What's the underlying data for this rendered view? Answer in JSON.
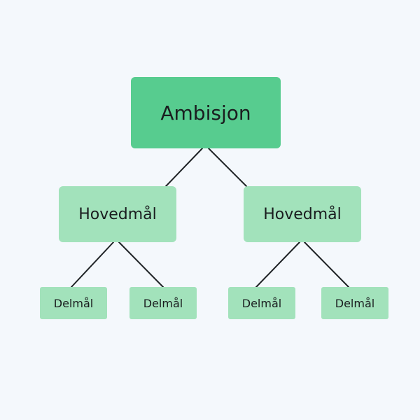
{
  "diagram": {
    "root": {
      "label": "Ambisjon"
    },
    "main_goals": [
      {
        "label": "Hovedmål",
        "sub_goals": [
          {
            "label": "Delmål"
          },
          {
            "label": "Delmål"
          }
        ]
      },
      {
        "label": "Hovedmål",
        "sub_goals": [
          {
            "label": "Delmål"
          },
          {
            "label": "Delmål"
          }
        ]
      }
    ],
    "colors": {
      "background": "#f4f8fc",
      "root_fill": "#57cc8f",
      "node_fill": "#a2e2bb",
      "connector": "#1f2326",
      "text": "#1a1d1f"
    }
  }
}
